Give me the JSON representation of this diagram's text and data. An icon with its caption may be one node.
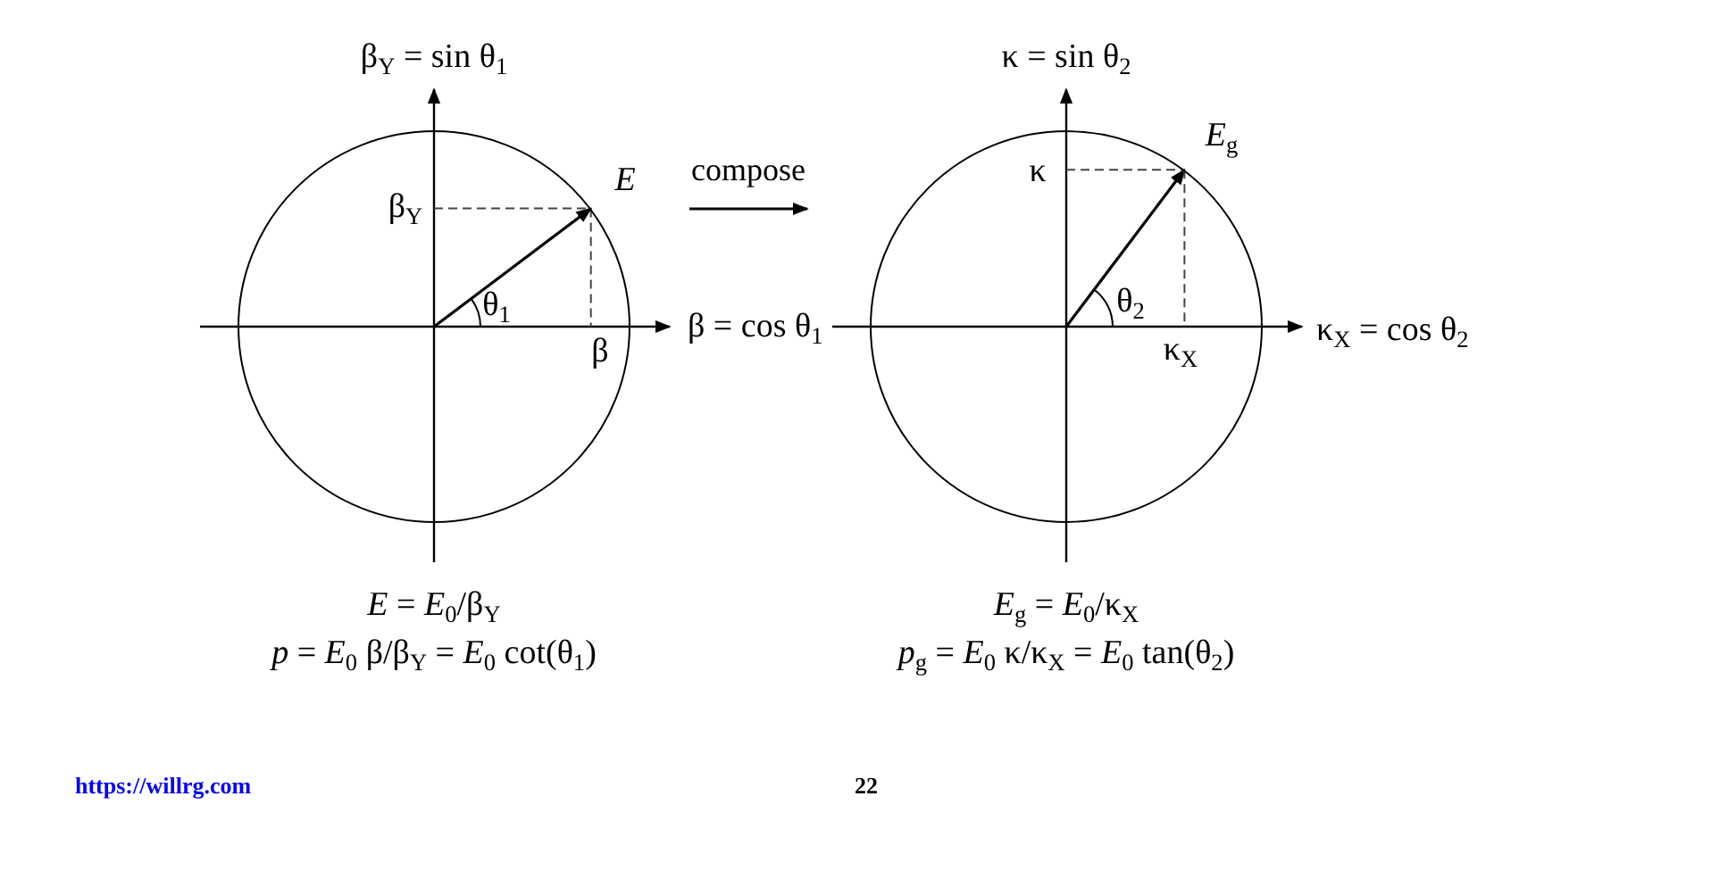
{
  "diagram": {
    "nodes": [
      {
        "text": [],
        "shape": "circle"
      },
      {
        "text": [],
        "shape": "circle"
      }
    ],
    "edges": [
      {
        "from": 0,
        "to": 1,
        "arrow": "to",
        "label": "compose"
      }
    ],
    "labels": [
      "β$_{Y}$ = sin θ$_{1}$",
      "*E*",
      "β$_{Y}$",
      "θ$_{1}$",
      "β",
      "β = cos θ$_{1}$",
      "κ = sin θ$_{2}$",
      "*E*$_{g}$",
      "κ",
      "θ$_{2}$",
      "κ$_{X}$",
      "κ$_{X}$ = cos θ$_{2}$",
      "*E* = *E*$_{0}$/β$_{Y}$",
      "*p* = *E*$_{0}$ β/β$_{Y}$ = *E*$_{0}$ cot(θ$_{1}$)",
      "*E*$_{g}$ = *E*$_{0}$/κ$_{X}$",
      "*p*$_{g}$ = *E*$_{0}$ κ/κ$_{X}$ = *E*$_{0}$ tan(θ$_{2}$)",
      "https://willrg.com",
      "22"
    ]
  }
}
